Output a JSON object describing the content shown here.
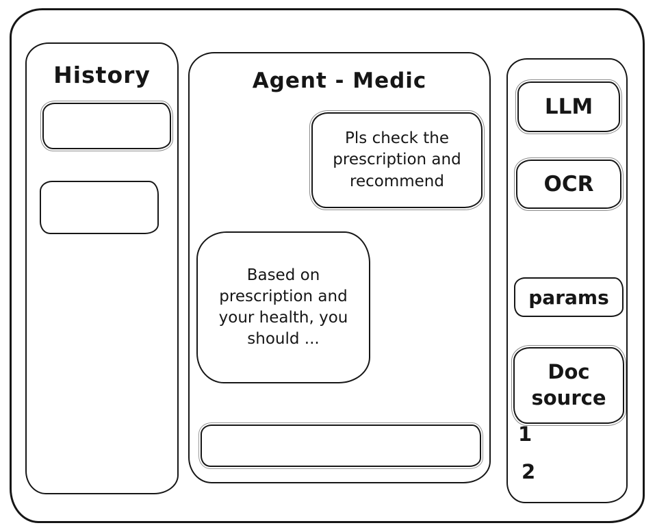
{
  "window": {
    "ink_color": "#161616",
    "background_color": "#ffffff"
  },
  "sidebar": {
    "title": "History",
    "items": [
      {
        "label": ""
      },
      {
        "label": ""
      }
    ]
  },
  "chat": {
    "title": "Agent - Medic",
    "messages": [
      {
        "role": "user",
        "text": "Pls check the prescription and recommend"
      },
      {
        "role": "agent",
        "text": "Based on prescription and your health, you should ..."
      }
    ],
    "input": {
      "value": "",
      "placeholder": ""
    }
  },
  "tools": {
    "items": [
      {
        "label": "LLM"
      },
      {
        "label": "OCR"
      },
      {
        "label": "params"
      },
      {
        "label": "Doc source"
      }
    ],
    "footnotes": [
      "1",
      "2"
    ]
  }
}
